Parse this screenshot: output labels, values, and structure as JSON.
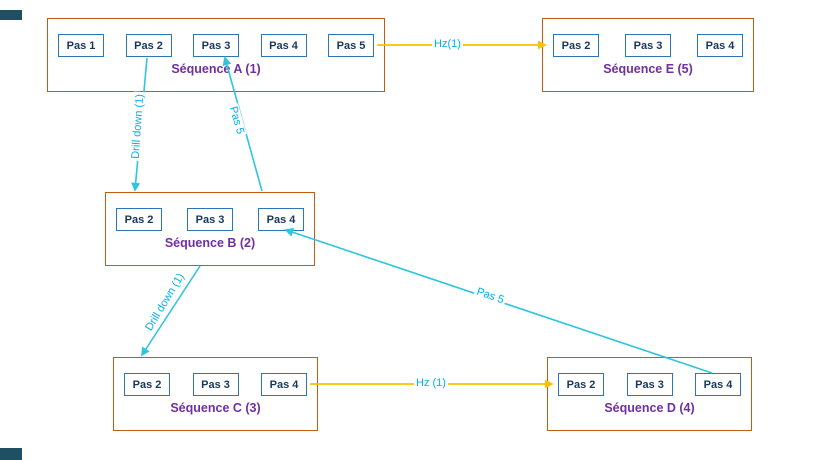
{
  "sequences": [
    {
      "label": "Séquence A (1)",
      "steps": [
        "Pas 1",
        "Pas 2",
        "Pas 3",
        "Pas 4",
        "Pas 5"
      ]
    },
    {
      "label": "Séquence E (5)",
      "steps": [
        "Pas 2",
        "Pas 3",
        "Pas 4"
      ]
    },
    {
      "label": "Séquence B (2)",
      "steps": [
        "Pas 2",
        "Pas 3",
        "Pas 4"
      ]
    },
    {
      "label": "Séquence C (3)",
      "steps": [
        "Pas 2",
        "Pas 3",
        "Pas 4"
      ]
    },
    {
      "label": "Séquence D (4)",
      "steps": [
        "Pas 2",
        "Pas 3",
        "Pas 4"
      ]
    }
  ],
  "edges": [
    {
      "from": "Séquence A",
      "to": "Séquence E",
      "label": "Hz(1)",
      "style": "horizontal-yellow"
    },
    {
      "from": "Séquence A",
      "to": "Séquence B",
      "label": "Drill down (1)",
      "style": "diagonal-cyan"
    },
    {
      "from": "Séquence B",
      "to": "Séquence A",
      "label": "Pas 5",
      "style": "diagonal-cyan"
    },
    {
      "from": "Séquence B",
      "to": "Séquence C",
      "label": "Drill down (1)",
      "style": "diagonal-cyan"
    },
    {
      "from": "Séquence C",
      "to": "Séquence D",
      "label": "Hz (1)",
      "style": "horizontal-yellow"
    },
    {
      "from": "Séquence D",
      "to": "Séquence B",
      "label": "Pas 5",
      "style": "diagonal-cyan"
    }
  ],
  "colors": {
    "sequence_border": "#C55A11",
    "step_border": "#2E75B6",
    "step_text": "#17375E",
    "sequence_label": "#7030A0",
    "horizontal_arrow": "#FFC000",
    "diagonal_arrow": "#2EC6DD",
    "edge_label": "#00B0F0",
    "corner_artifact": "#1E4F63"
  }
}
